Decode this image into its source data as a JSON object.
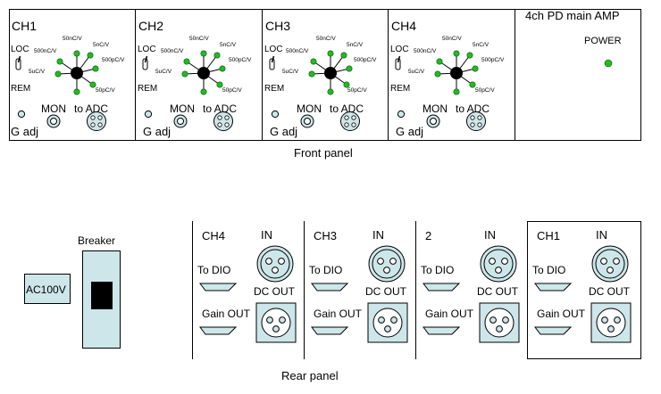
{
  "front_panel": {
    "caption": "Front panel",
    "channels": [
      {
        "name": "CH1"
      },
      {
        "name": "CH2"
      },
      {
        "name": "CH3"
      },
      {
        "name": "CH4"
      }
    ],
    "switch_labels": {
      "loc": "LOC",
      "rem": "REM"
    },
    "range_labels": {
      "r50nc": "50nC/V",
      "r500nc": "500nC/V",
      "r5nc": "5nC/V",
      "r5uc": "5uC/V",
      "r500pc": "500pC/V",
      "r50pc": "50pC/V"
    },
    "mon_label": "MON",
    "adc_label": "to ADC",
    "gadj_label": "G adj",
    "main_title": "4ch PD main AMP",
    "power_label": "POWER",
    "led_color": "#22bb22"
  },
  "rear_panel": {
    "caption": "Rear panel",
    "ac_label": "AC100V",
    "breaker_label": "Breaker",
    "channels": [
      {
        "name": "CH4"
      },
      {
        "name": "CH3"
      },
      {
        "name": "2"
      },
      {
        "name": "CH1"
      }
    ],
    "in_label": "IN",
    "todio_label": "To DIO",
    "dcout_label": "DC OUT",
    "gainout_label": "Gain OUT",
    "connector_fill": "#cde6ea"
  }
}
